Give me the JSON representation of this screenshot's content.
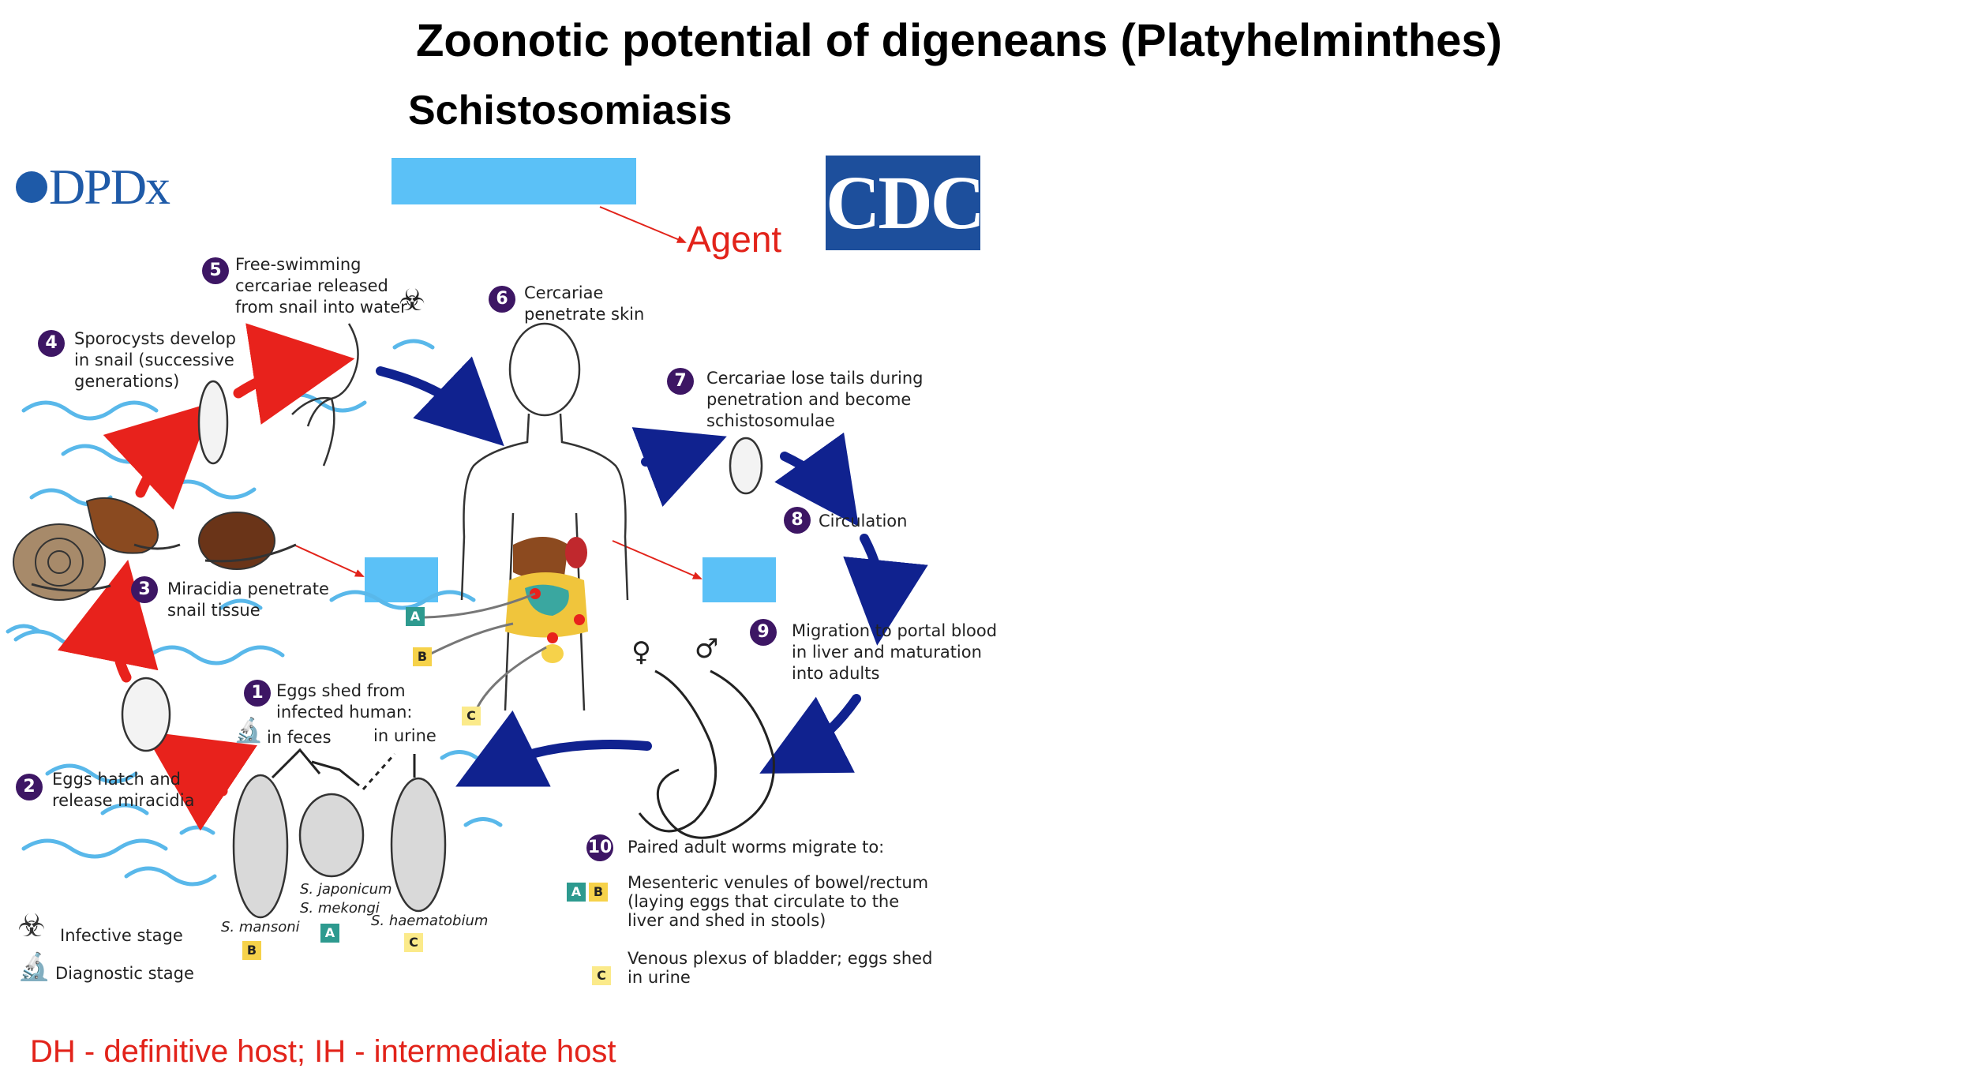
{
  "title": "Zoonotic potential of digeneans (Platyhelminthes)",
  "subtitle": "Schistosomiasis",
  "logos": {
    "dpdx": "DPDx",
    "cdc": "CDC"
  },
  "annotation": {
    "agent": "Agent"
  },
  "footer_note": "DH - definitive host; IH - intermediate host",
  "steps": {
    "s1": {
      "num": "1",
      "line1": "Eggs shed from",
      "line2": "infected human:",
      "feces": "in feces",
      "urine": "in urine"
    },
    "s2": {
      "num": "2",
      "line1": "Eggs hatch and",
      "line2": "release miracidia"
    },
    "s3": {
      "num": "3",
      "line1": "Miracidia penetrate",
      "line2": "snail tissue"
    },
    "s4": {
      "num": "4",
      "line1": "Sporocysts develop",
      "line2": "in snail (successive",
      "line3": "generations)"
    },
    "s5": {
      "num": "5",
      "line1": "Free-swimming",
      "line2": "cercariae released",
      "line3": "from snail into water"
    },
    "s6": {
      "num": "6",
      "line1": "Cercariae",
      "line2": "penetrate skin"
    },
    "s7": {
      "num": "7",
      "line1": "Cercariae lose tails during",
      "line2": "penetration and become",
      "line3": "schistosomulae"
    },
    "s8": {
      "num": "8",
      "line1": "Circulation"
    },
    "s9": {
      "num": "9",
      "line1": "Migration to portal blood",
      "line2": "in liver and maturation",
      "line3": "into adults"
    },
    "s10": {
      "num": "10",
      "line1": "Paired adult worms migrate to:",
      "ab_line1": "Mesenteric venules of bowel/rectum",
      "ab_line2": "(laying eggs that circulate to the",
      "ab_line3": "liver and shed in stools)",
      "c_line1": "Venous plexus of bladder; eggs shed",
      "c_line2": "in urine"
    }
  },
  "species": {
    "mansoni": "S. mansoni",
    "japonicum": "S. japonicum",
    "mekongi": "S. mekongi",
    "haematobium": "S. haematobium"
  },
  "badges": {
    "a": "A",
    "b": "B",
    "c": "C"
  },
  "legend": {
    "infective": "Infective stage",
    "diagnostic": "Diagnostic stage"
  },
  "sex_symbols": {
    "female": "♀",
    "male": "♂"
  },
  "colors": {
    "red_arrow": "#e8221c",
    "blue_arrow": "#10228f",
    "step_circle": "#3d1664",
    "water": "#59b8ea",
    "highlight_box": "#5bc1f7",
    "annotation_red": "#e2231a"
  }
}
